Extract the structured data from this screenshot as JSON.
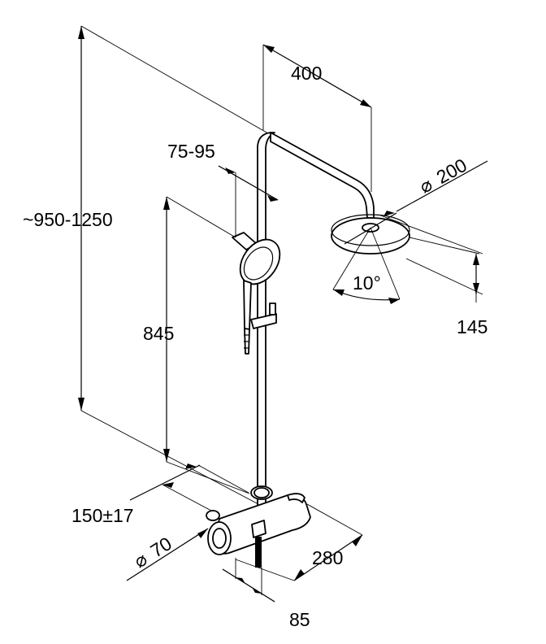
{
  "dimensions": {
    "overall_height": "~950-1250",
    "arm_length": "400",
    "rail_bracket": "75-95",
    "head_diameter": "200",
    "head_drop": "145",
    "tilt_angle": "10°",
    "rail_height": "845",
    "inlet_spacing": "150±17",
    "escutcheon_diameter": "70",
    "mixer_depth": "280",
    "mixer_offset": "85"
  },
  "symbols": {
    "diameter": "⌀"
  }
}
